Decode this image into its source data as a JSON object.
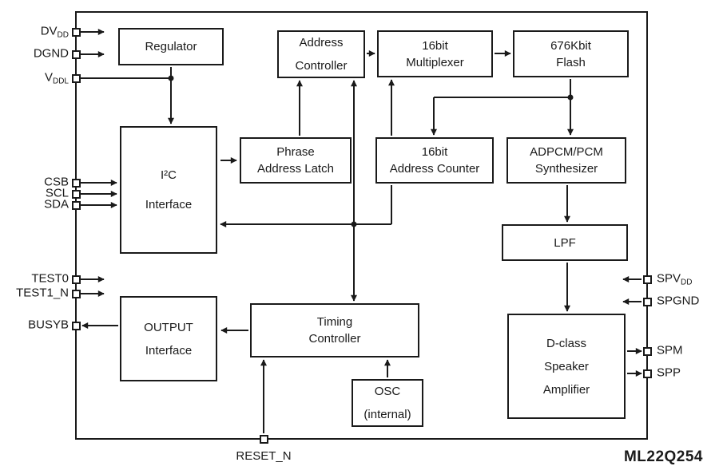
{
  "part_number": "ML22Q254",
  "blocks": {
    "regulator": {
      "lines": [
        "Regulator"
      ]
    },
    "address_controller": {
      "lines": [
        "Address",
        "Controller"
      ]
    },
    "multiplexer_16bit": {
      "lines": [
        "16bit",
        "Multiplexer"
      ]
    },
    "flash_676kbit": {
      "lines": [
        "676Kbit",
        "Flash"
      ]
    },
    "i2c_interface": {
      "lines": [
        "I²C",
        "Interface"
      ]
    },
    "phrase_address_latch": {
      "lines": [
        "Phrase",
        "Address Latch"
      ]
    },
    "address_counter_16bit": {
      "lines": [
        "16bit",
        "Address Counter"
      ]
    },
    "adpcm_pcm_synthesizer": {
      "lines": [
        "ADPCM/PCM",
        "Synthesizer"
      ]
    },
    "lpf": {
      "lines": [
        "LPF"
      ]
    },
    "timing_controller": {
      "lines": [
        "Timing",
        "Controller"
      ]
    },
    "output_interface": {
      "lines": [
        "OUTPUT",
        "Interface"
      ]
    },
    "osc_internal": {
      "lines": [
        "OSC",
        "(internal)"
      ]
    },
    "d_class_speaker_amplifier": {
      "lines": [
        "D-class",
        "Speaker",
        "Amplifier"
      ]
    }
  },
  "pins": {
    "dvdd": {
      "main": "DV",
      "sub": "DD"
    },
    "dgnd": {
      "main": "DGND",
      "sub": ""
    },
    "vddl": {
      "main": "V",
      "sub": "DDL"
    },
    "csb": {
      "main": "CSB",
      "sub": ""
    },
    "scl": {
      "main": "SCL",
      "sub": ""
    },
    "sda": {
      "main": "SDA",
      "sub": ""
    },
    "test0": {
      "main": "TEST0",
      "sub": ""
    },
    "test1_n": {
      "main": "TEST1_N",
      "sub": ""
    },
    "busyb": {
      "main": "BUSYB",
      "sub": ""
    },
    "reset_n": {
      "main": "RESET_N",
      "sub": ""
    },
    "spvdd": {
      "main": "SPV",
      "sub": "DD"
    },
    "spgnd": {
      "main": "SPGND",
      "sub": ""
    },
    "spm": {
      "main": "SPM",
      "sub": ""
    },
    "spp": {
      "main": "SPP",
      "sub": ""
    }
  },
  "colors": {
    "line": "#1a1a1a",
    "background": "#ffffff",
    "text": "#1a1a1a"
  }
}
